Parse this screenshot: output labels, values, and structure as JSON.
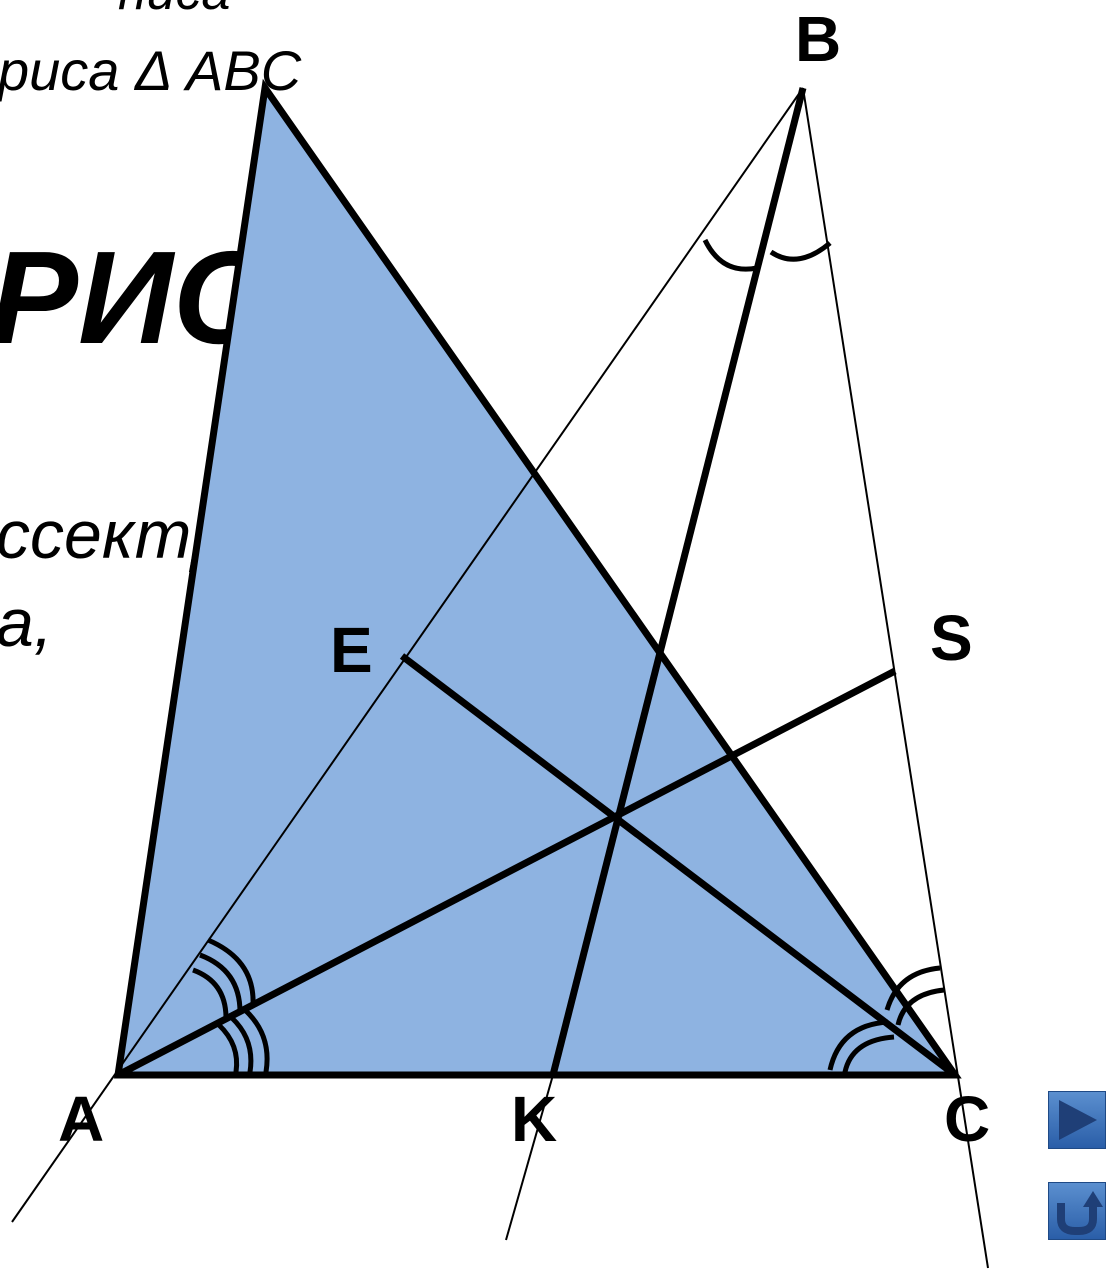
{
  "text": {
    "top_cut": "писа",
    "line1": "риса Δ ABC",
    "big_title": "РИСА",
    "line2": "ссектрисы",
    "line3": "а,"
  },
  "labels": {
    "A": "A",
    "B": "B",
    "C": "C",
    "E": "E",
    "K": "K",
    "S": "S"
  },
  "nav": {
    "next_icon": "play-arrow-icon",
    "return_icon": "return-arrow-icon"
  },
  "colors": {
    "fill": "#8eb3e1",
    "stroke": "#000000"
  }
}
